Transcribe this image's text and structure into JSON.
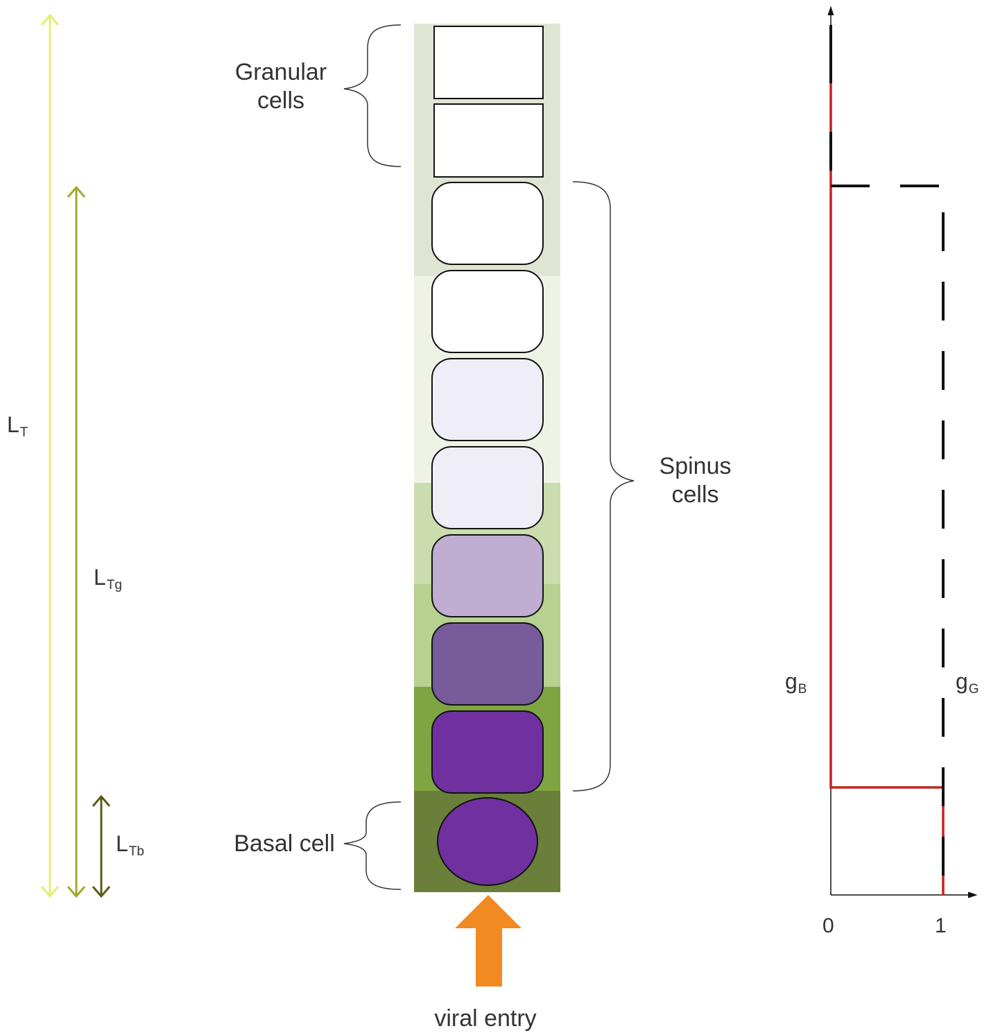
{
  "colors": {
    "length_LT": "#e4ee6c",
    "length_LTg": "#a1a82a",
    "length_LTb": "#5c5a14",
    "granular_band": "#dfe5d3",
    "spinus_band_upper": "#eff3e6",
    "spinus_band_mid": "#cbdcae",
    "spinus_band_lower": "#b6d190",
    "spinus_band_bottom": "#7fa542",
    "basal_band": "#6a7f3a",
    "viral_arrow": "#f28a22",
    "gB_line": "#c82020",
    "gG_line": "#111111"
  },
  "labels": {
    "granular": "Granular cells",
    "spinus": "Spinus cells",
    "basal": "Basal cell",
    "viral_entry": "viral entry"
  },
  "lengths": [
    {
      "symbol": "L",
      "subscript": "T",
      "color": "#e4ee6c"
    },
    {
      "symbol": "L",
      "subscript": "Tg",
      "color": "#a1a82a"
    },
    {
      "symbol": "L",
      "subscript": "Tb",
      "color": "#5c5a14"
    }
  ],
  "cells": {
    "granular": [
      {
        "fill": "#ffffff"
      },
      {
        "fill": "#ffffff"
      }
    ],
    "spinus": [
      {
        "fill": "#ffffff"
      },
      {
        "fill": "#ffffff"
      },
      {
        "fill": "#efedf5"
      },
      {
        "fill": "#efedf5"
      },
      {
        "fill": "#c0aed2"
      },
      {
        "fill": "#775b9b"
      },
      {
        "fill": "#7030a0"
      }
    ],
    "basal": {
      "fill": "#7030a0"
    }
  },
  "profile": {
    "x_ticks": [
      "0",
      "1"
    ],
    "gB": {
      "symbol": "g",
      "subscript": "B"
    },
    "gG": {
      "symbol": "g",
      "subscript": "G"
    }
  }
}
